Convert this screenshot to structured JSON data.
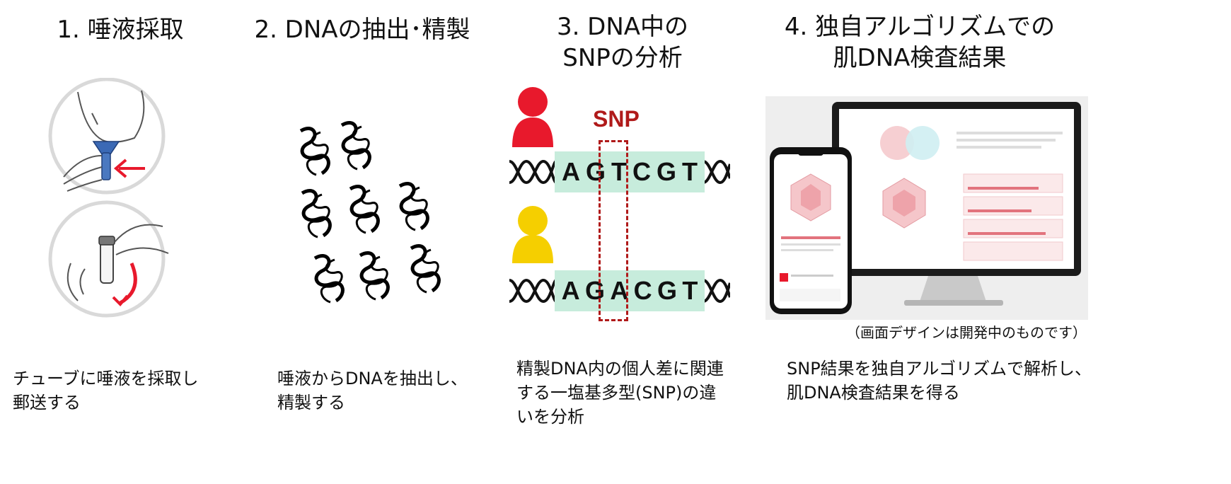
{
  "steps": [
    {
      "title": "1. 唾液採取",
      "description_lines": [
        "チューブに唾液を採取し",
        "郵送する"
      ]
    },
    {
      "title": "2. DNAの抽出･精製",
      "description_lines": [
        "唾液からDNAを抽出し、",
        "精製する"
      ]
    },
    {
      "title_lines": [
        "3. DNA中の",
        "SNPの分析"
      ],
      "description_lines": [
        "精製DNA内の個人差に関連",
        "する一塩基多型(SNP)の違",
        "いを分析"
      ]
    },
    {
      "title_lines": [
        "4. 独自アルゴリズムでの",
        "肌DNA検査結果"
      ],
      "description_lines": [
        "SNP結果を独自アルゴリズムで解析し、",
        "肌DNA検査結果を得る"
      ]
    }
  ],
  "snp": {
    "label": "SNP",
    "sequence_a": [
      "A",
      "G",
      "T",
      "C",
      "G",
      "T"
    ],
    "sequence_b": [
      "A",
      "G",
      "A",
      "C",
      "G",
      "T"
    ],
    "person_a_color": "#e8192c",
    "person_b_color": "#f5cf00"
  },
  "screen_note": "（画面デザインは開発中のものです）",
  "colors": {
    "seq_highlight": "#c7ecdc",
    "snp_red": "#b01a1a",
    "arrow_red": "#e8192c",
    "circle_gray": "#d9d9d9"
  }
}
